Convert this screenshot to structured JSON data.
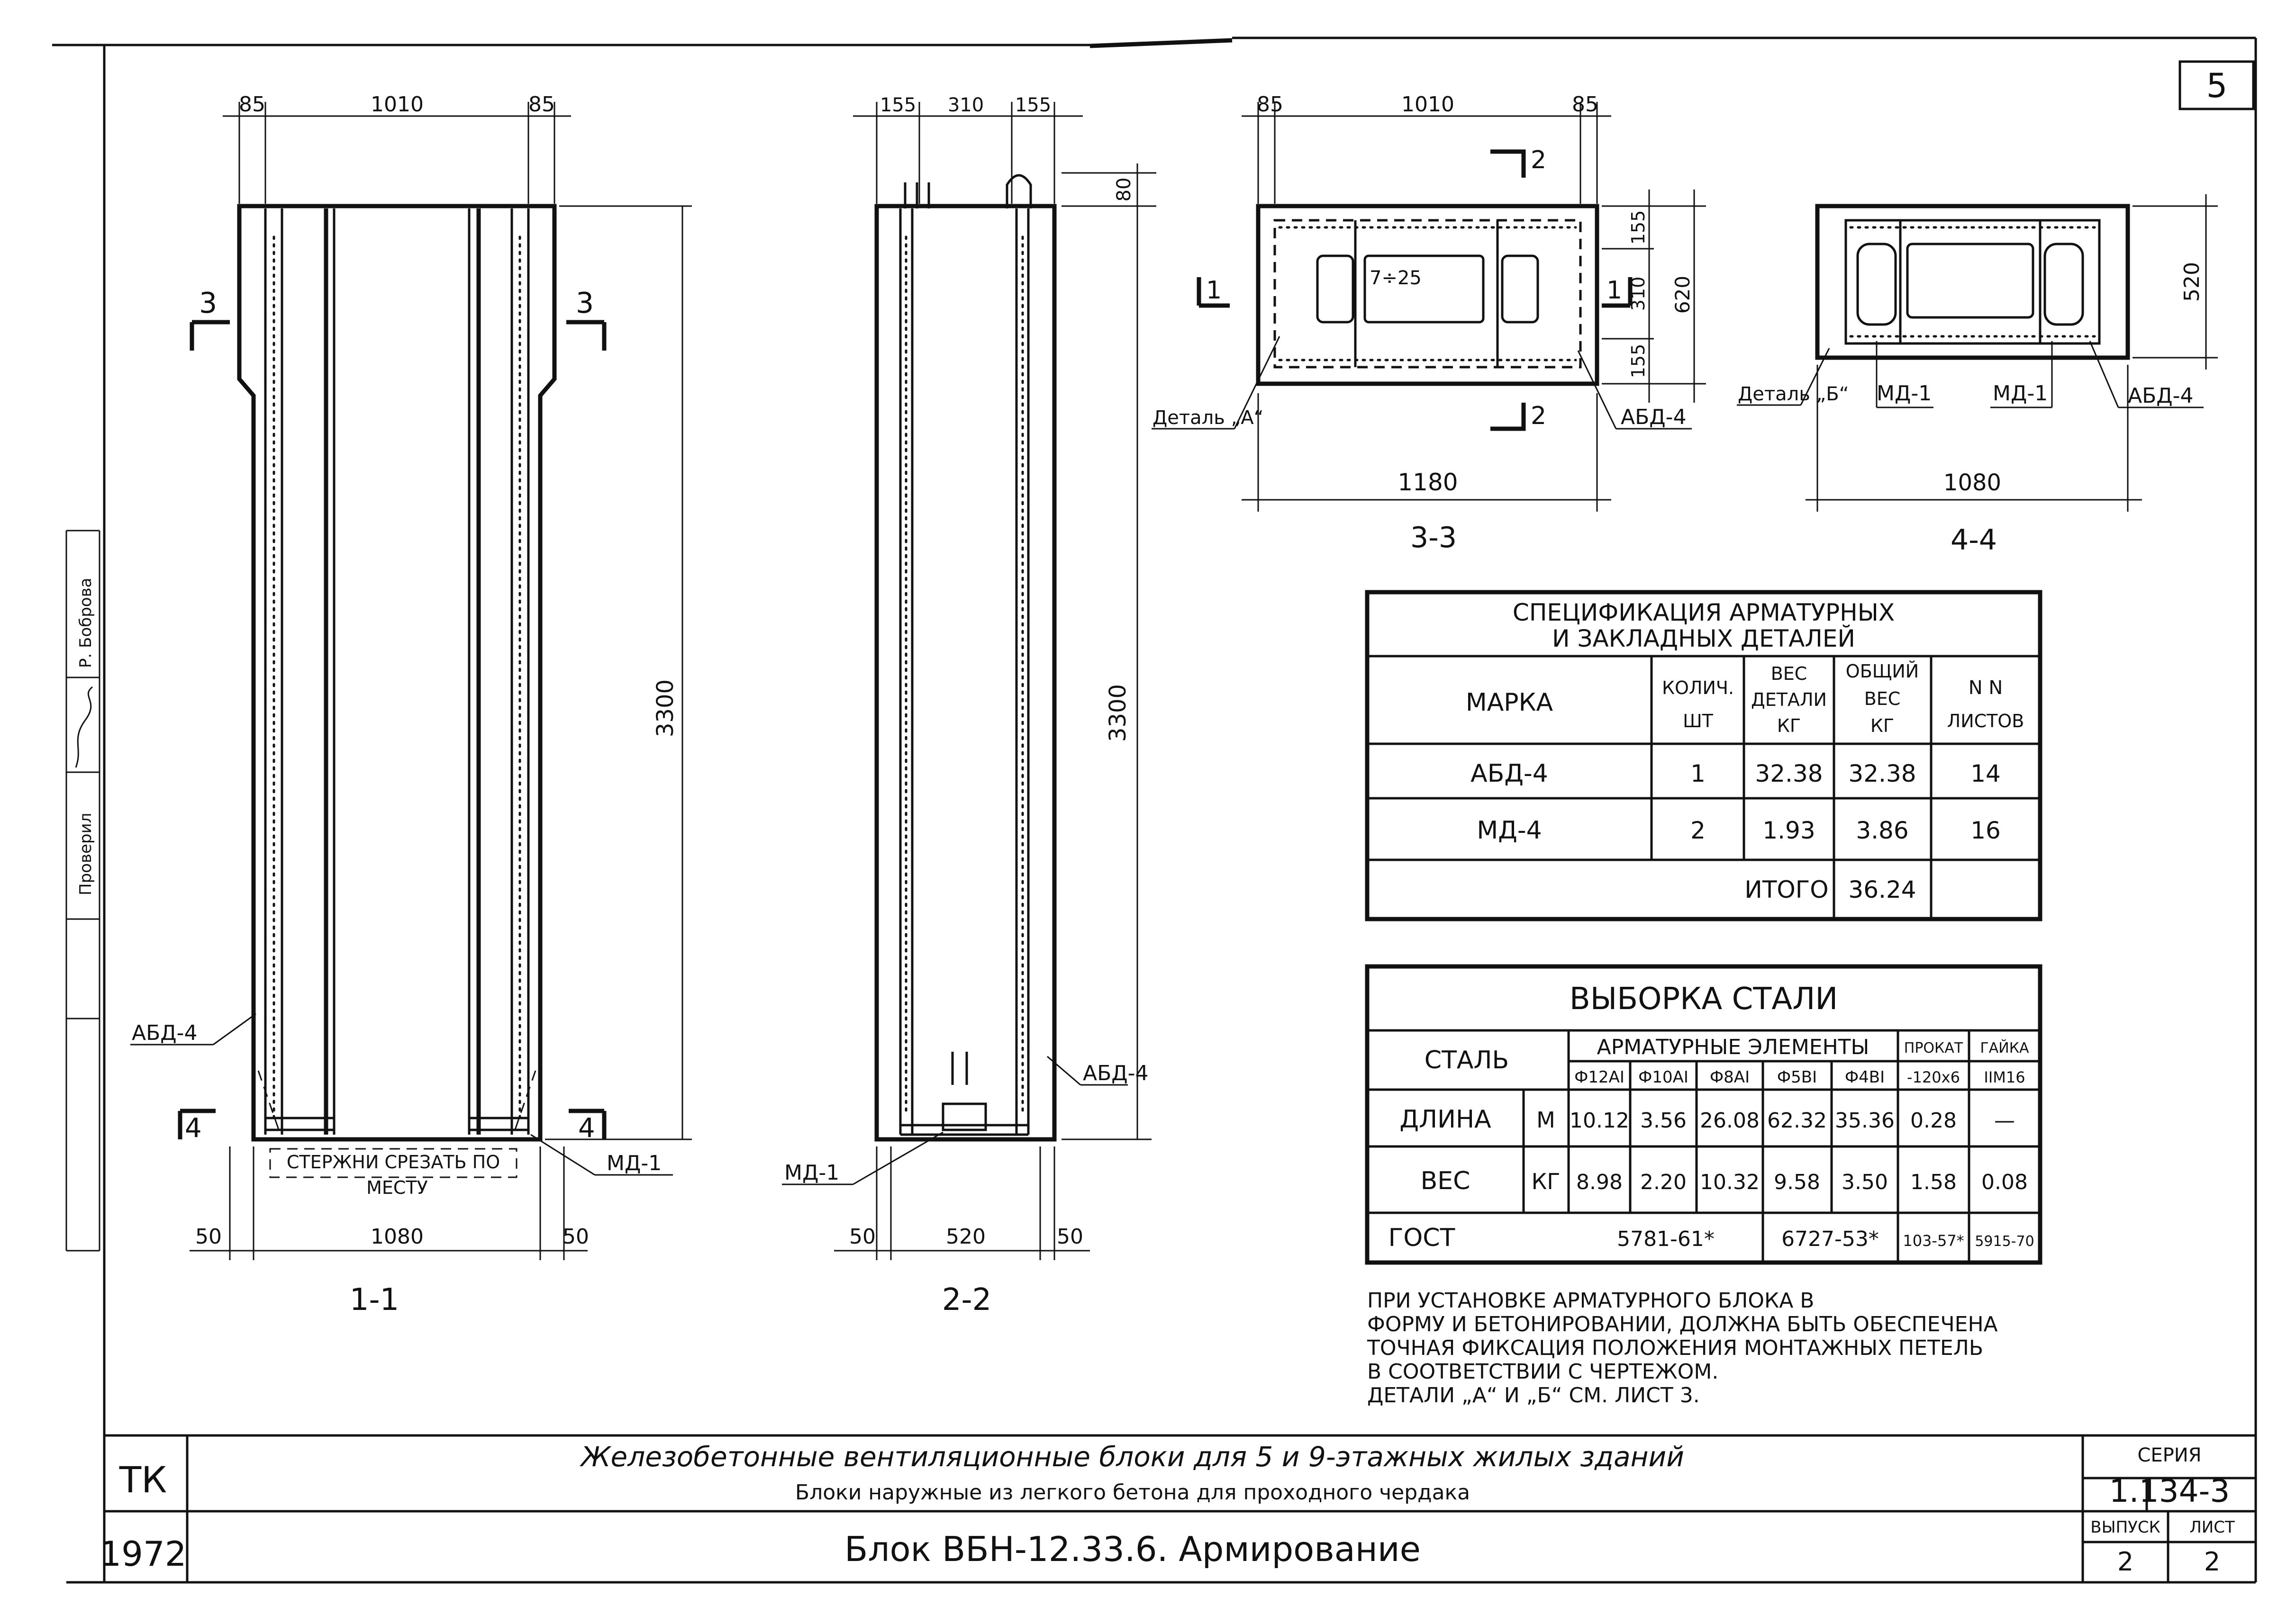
{
  "sheet": {
    "number": "5",
    "approval": {
      "role": "Проверил",
      "name": "Р. Боброва"
    }
  },
  "sections": {
    "s11": {
      "caption": "1-1",
      "dims": {
        "left": "85",
        "mid": "1010",
        "right": "85",
        "height": "3300",
        "bot_left": "50",
        "bot_mid": "1080",
        "bot_right": "50"
      },
      "cut_marks": {
        "left": "3",
        "right": "3",
        "bottom_left": "4",
        "bottom_right": "4"
      },
      "labels": {
        "abd": "АБД-4",
        "md": "МД-1",
        "note_line1": "СТЕРЖНИ СРЕЗАТЬ ПО",
        "note_line2": "МЕСТУ"
      }
    },
    "s22": {
      "caption": "2-2",
      "dims": {
        "left": "155",
        "mid": "310",
        "right": "155",
        "top": "80",
        "height": "3300",
        "bot_left": "50",
        "bot_mid": "520",
        "bot_right": "50"
      },
      "labels": {
        "abd": "АБД-4",
        "md": "МД-1"
      }
    },
    "s33": {
      "caption": "3-3",
      "dims": {
        "left": "85",
        "mid": "1010",
        "right": "85",
        "bottom": "1180",
        "v1": "155",
        "v2": "310",
        "v3": "155",
        "vtotal": "620"
      },
      "cut_marks": {
        "top": "2",
        "bottom": "2",
        "left": "1",
        "right": "1"
      },
      "labels": {
        "inner": "7÷25",
        "detail": "Деталь „А“",
        "abd": "АБД-4"
      }
    },
    "s44": {
      "caption": "4-4",
      "dims": {
        "bottom": "1080",
        "right": "520"
      },
      "labels": {
        "detail": "Деталь „Б“",
        "md1": "МД-1",
        "md2": "МД-1",
        "abd": "АБД-4"
      }
    }
  },
  "spec_table": {
    "title_line1": "СПЕЦИФИКАЦИЯ АРМАТУРНЫХ",
    "title_line2": "И ЗАКЛАДНЫХ ДЕТАЛЕЙ",
    "headers": {
      "mark": "МАРКА",
      "qty": [
        "КОЛИЧ.",
        "ШТ"
      ],
      "unit_weight": [
        "ВЕС",
        "ДЕТАЛИ",
        "КГ"
      ],
      "total_weight": [
        "ОБЩИЙ",
        "ВЕС",
        "КГ"
      ],
      "sheets": [
        "N N",
        "ЛИСТОВ"
      ]
    },
    "rows": [
      {
        "mark": "АБД-4",
        "qty": "1",
        "unit_weight": "32.38",
        "total_weight": "32.38",
        "sheets": "14"
      },
      {
        "mark": "МД-4",
        "qty": "2",
        "unit_weight": "1.93",
        "total_weight": "3.86",
        "sheets": "16"
      }
    ],
    "total_label": "ИТОГО",
    "total_value": "36.24"
  },
  "steel_table": {
    "title": "ВЫБОРКА СТАЛИ",
    "col_steel": "СТАЛЬ",
    "group_rebar": "АРМАТУРНЫЕ ЭЛЕМЕНТЫ",
    "group_rolled": "ПРОКАТ",
    "group_nut": "ГАЙКА",
    "sub_headers": [
      "Ф12АI",
      "Ф10АI",
      "Ф8АI",
      "Ф5ВI",
      "Ф4ВI",
      "-120x6",
      "IIМ16"
    ],
    "rows": [
      {
        "label": "ДЛИНА",
        "unit": "М",
        "values": [
          "10.12",
          "3.56",
          "26.08",
          "62.32",
          "35.36",
          "0.28",
          "—"
        ]
      },
      {
        "label": "ВЕС",
        "unit": "КГ",
        "values": [
          "8.98",
          "2.20",
          "10.32",
          "9.58",
          "3.50",
          "1.58",
          "0.08"
        ]
      }
    ],
    "gost_label": "ГОСТ",
    "gost_values": [
      "5781-61*",
      "6727-53*",
      "103-57*",
      "5915-70"
    ]
  },
  "note": {
    "lines": [
      "ПРИ УСТАНОВКЕ АРМАТУРНОГО БЛОКА В",
      "ФОРМУ И БЕТОНИРОВАНИИ, ДОЛЖНА БЫТЬ ОБЕСПЕЧЕНА",
      "ТОЧНАЯ ФИКСАЦИЯ ПОЛОЖЕНИЯ МОНТАЖНЫХ ПЕТЕЛЬ",
      "В СООТВЕТСТВИИ С ЧЕРТЕЖОМ.",
      "ДЕТАЛИ „А“ И „Б“ СМ. ЛИСТ 3."
    ]
  },
  "title_block": {
    "org": "ТК",
    "year": "1972",
    "title_line1": "Железобетонные вентиляционные блоки для 5 и 9-этажных жилых зданий",
    "title_line2": "Блоки наружные из легкого бетона для проходного чердака",
    "title_line3": "Блок ВБН-12.33.6. Армирование",
    "series_label": "СЕРИЯ",
    "series_value": "1.134-3",
    "issue_label": "ВЫПУСК",
    "issue_value": "2",
    "sheet_label": "ЛИСТ",
    "sheet_value": "2"
  }
}
